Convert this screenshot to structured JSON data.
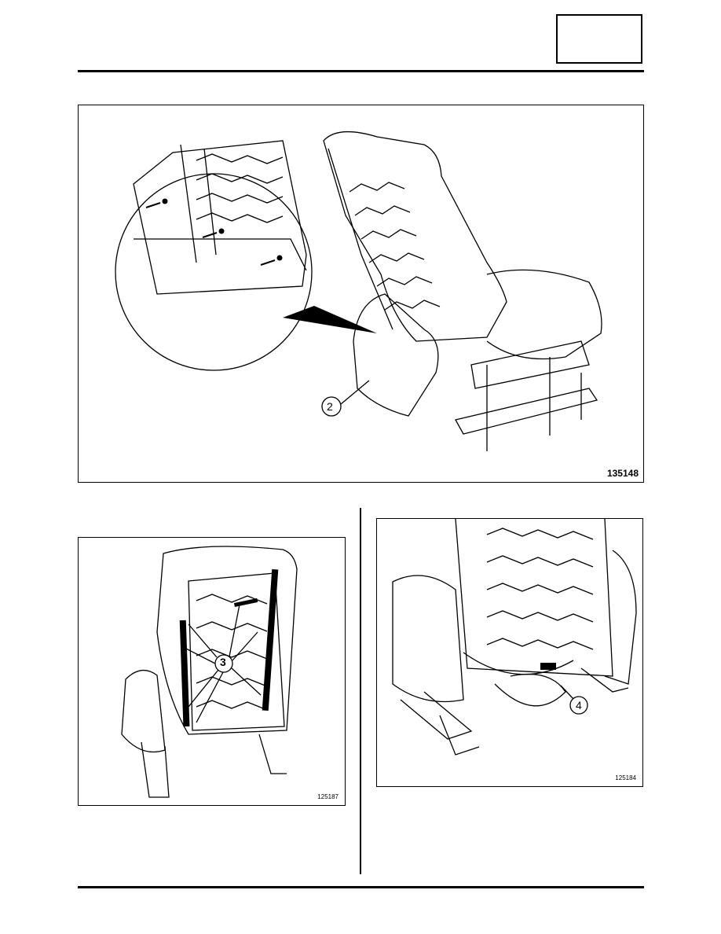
{
  "figures": {
    "main": {
      "ref": "135148",
      "callout": "2"
    },
    "left": {
      "ref": "125187",
      "callout": "3"
    },
    "right": {
      "ref": "125184",
      "callout": "4"
    }
  }
}
